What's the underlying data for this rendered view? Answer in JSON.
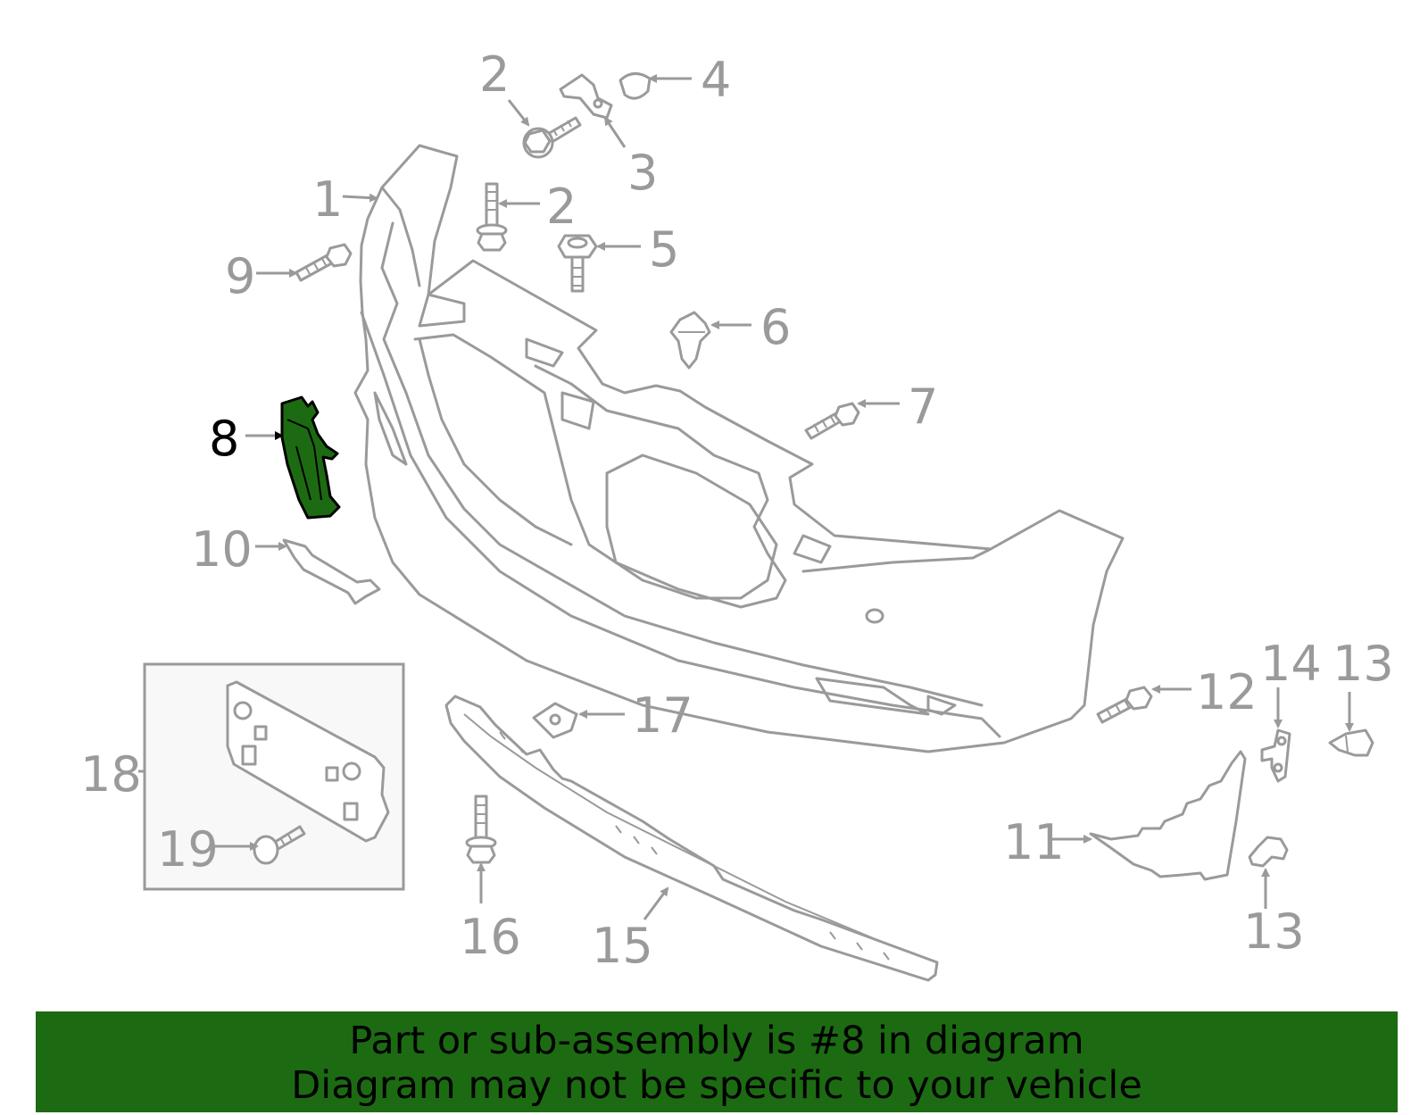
{
  "diagram": {
    "highlight_color": "#1c6b12",
    "line_color": "#9a9a9a",
    "callouts": [
      {
        "label": "1"
      },
      {
        "label": "2"
      },
      {
        "label": "2"
      },
      {
        "label": "3"
      },
      {
        "label": "4"
      },
      {
        "label": "5"
      },
      {
        "label": "6"
      },
      {
        "label": "7"
      },
      {
        "label": "8"
      },
      {
        "label": "9"
      },
      {
        "label": "10"
      },
      {
        "label": "11"
      },
      {
        "label": "12"
      },
      {
        "label": "13"
      },
      {
        "label": "13"
      },
      {
        "label": "14"
      },
      {
        "label": "15"
      },
      {
        "label": "16"
      },
      {
        "label": "17"
      },
      {
        "label": "18"
      },
      {
        "label": "19"
      }
    ]
  },
  "banner": {
    "line1": "Part or sub-assembly is #8 in diagram",
    "line2": "Diagram may not be specific to your vehicle",
    "background": "#1c6b12"
  }
}
